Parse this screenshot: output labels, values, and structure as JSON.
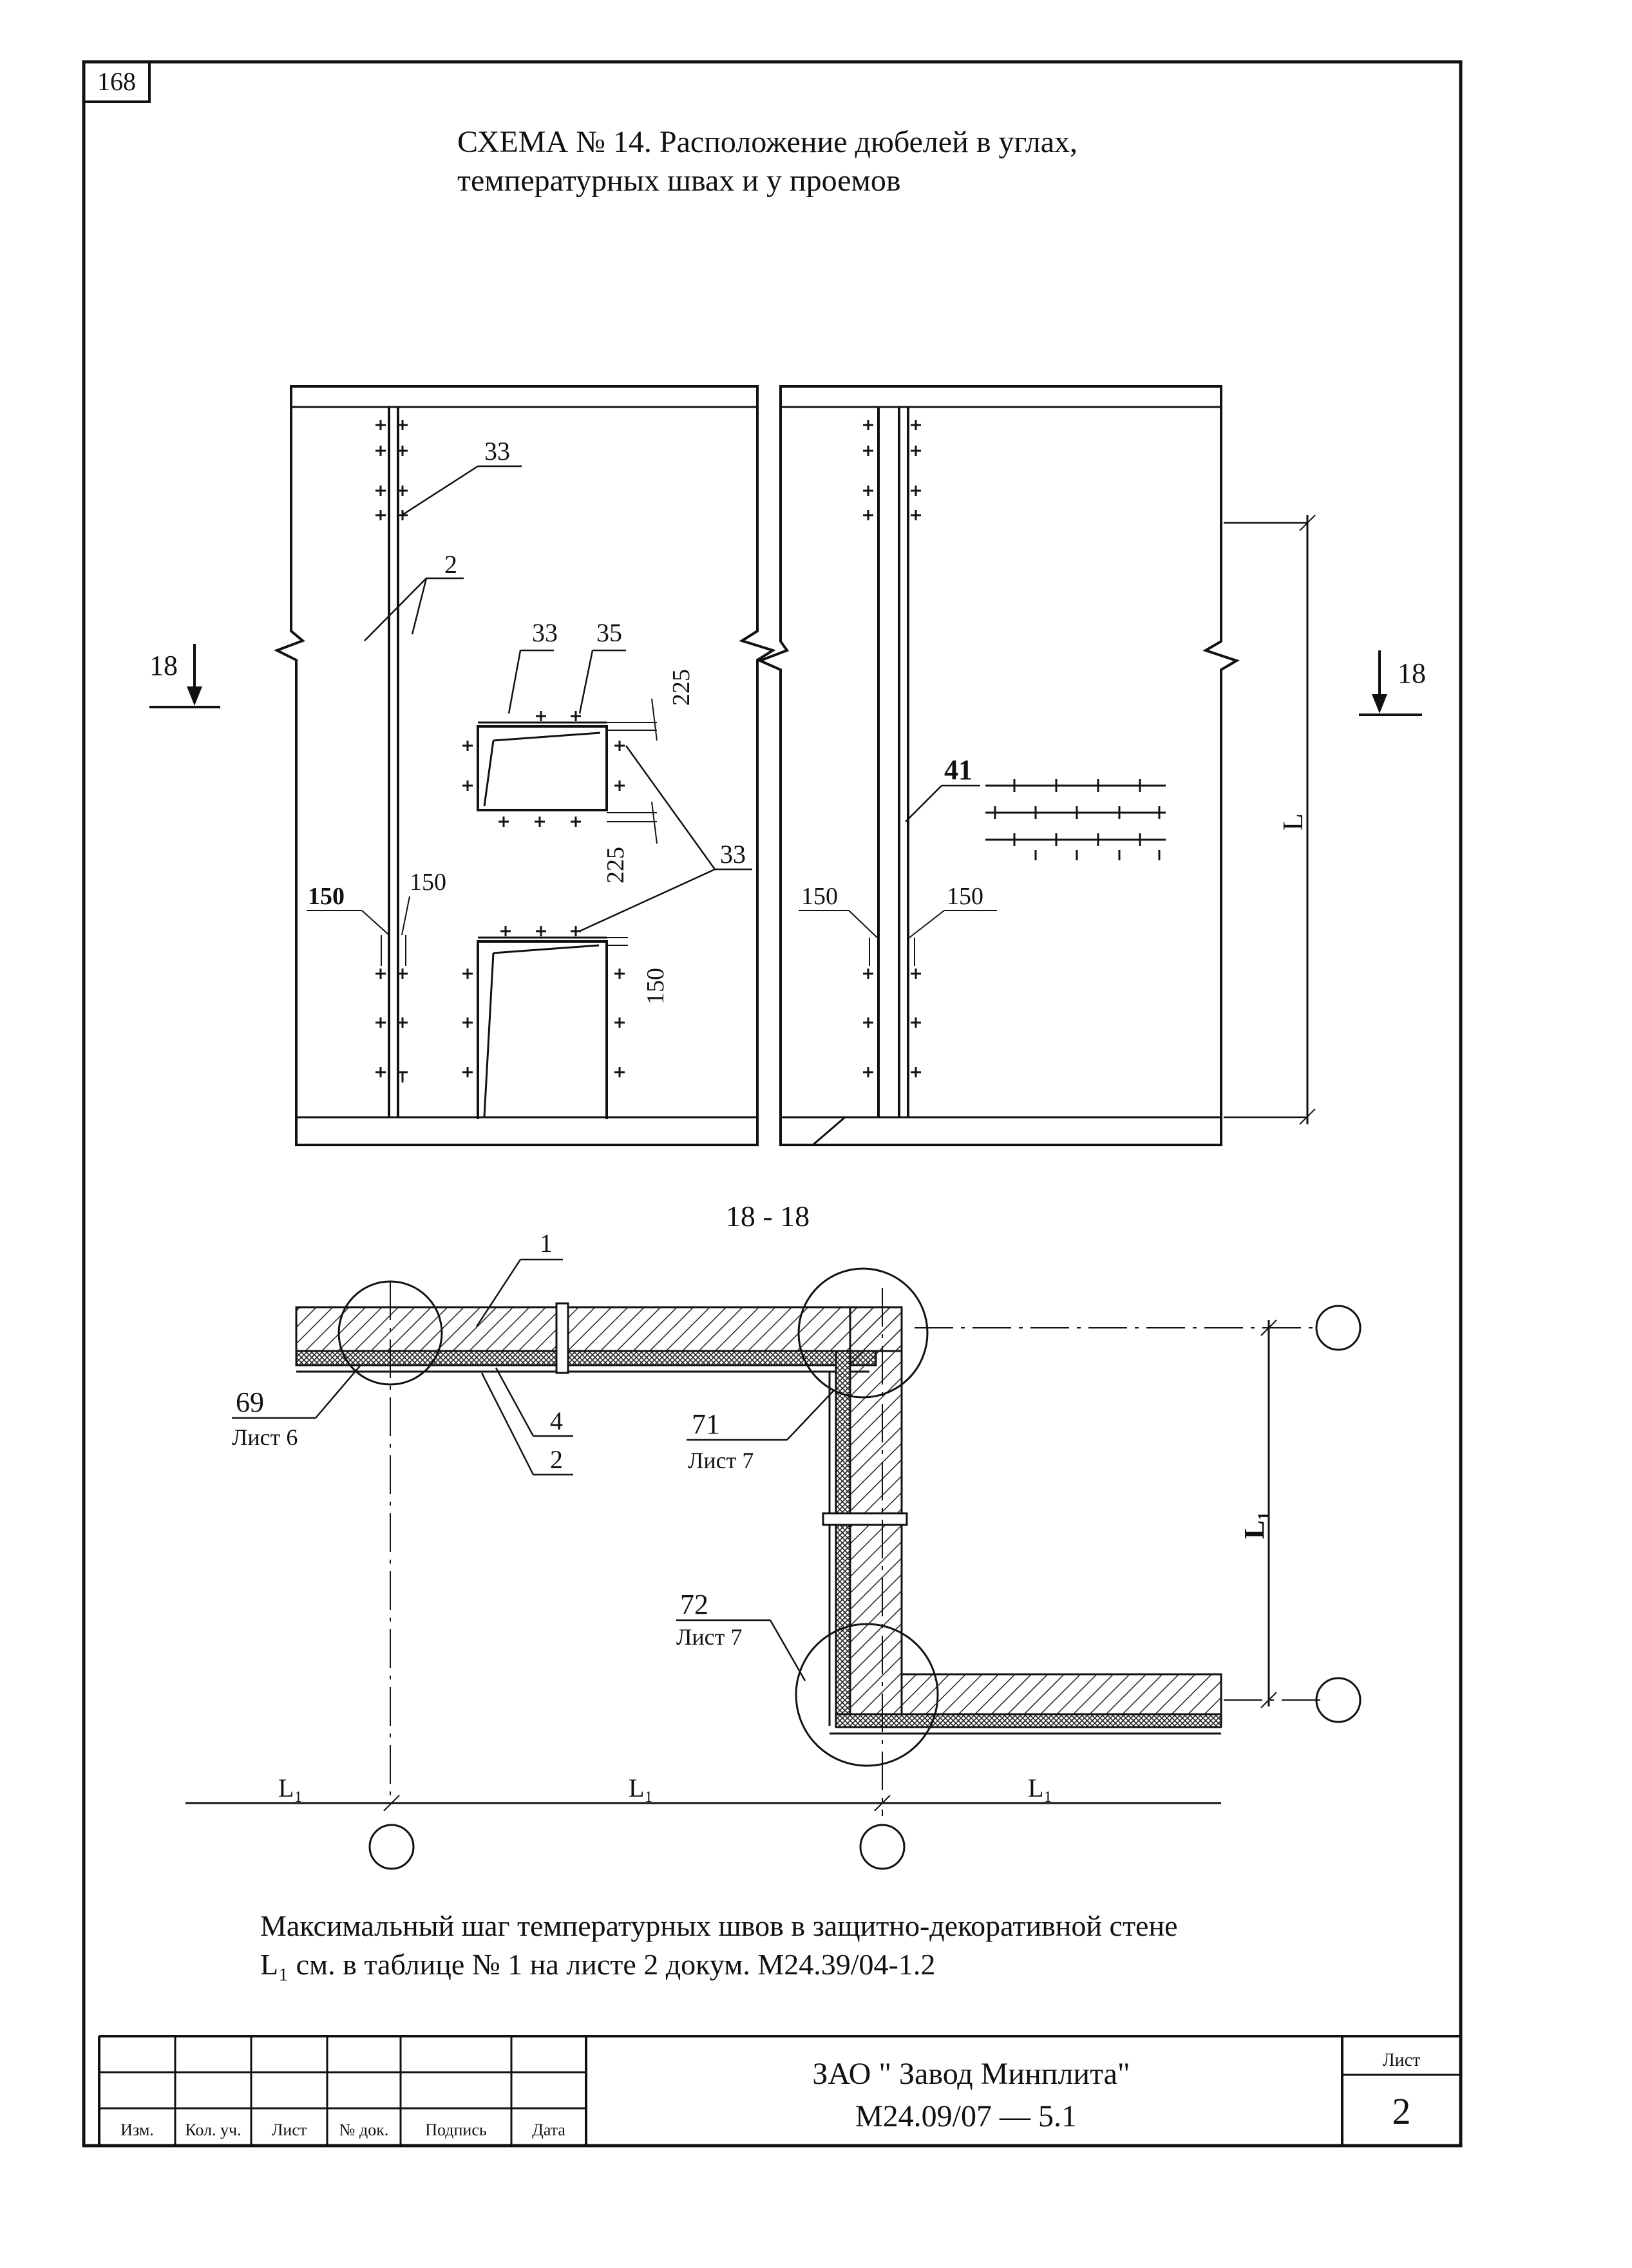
{
  "page_number": "168",
  "title": {
    "line1": "СХЕМА № 14. Расположение дюбелей в углах,",
    "line2": "температурных швах и у проемов"
  },
  "section_marks": {
    "left": "18",
    "right": "18"
  },
  "elevation_labels": {
    "top_33": "33",
    "seam_2": "2",
    "label_33": "33",
    "label_35": "35",
    "dim_225_top": "225",
    "dim_225_bottom": "225",
    "label_33_right": "33",
    "dim_150_left_a": "150",
    "dim_150_left_b": "150",
    "dim_150_side": "150",
    "label_41": "41",
    "dim_150_right_a": "150",
    "dim_150_right_b": "150",
    "dim_L": "L"
  },
  "section": {
    "title": "18 - 18",
    "label_1": "1",
    "label_69": "69",
    "sheet_69": "Лист 6",
    "label_4": "4",
    "label_2": "2",
    "label_71": "71",
    "sheet_71": "Лист 7",
    "label_72": "72",
    "sheet_72": "Лист 7",
    "dim_L1_vertical": "L₁",
    "dim_L1_a": "L₁",
    "dim_L1_b": "L₁",
    "dim_L1_c": "L₁"
  },
  "note": {
    "line1": "Максимальный шаг температурных швов в защитно-декоративной стене",
    "line2": "L₁ см. в таблице № 1 на листе 2 докум. М24.39/04-1.2"
  },
  "title_block": {
    "col_izm": "Изм.",
    "col_kol": "Кол. уч.",
    "col_list": "Лист",
    "col_doc": "№ док.",
    "col_sign": "Подпись",
    "col_date": "Дата",
    "company": "ЗАО \" Завод Минплита\"",
    "doc_code": "М24.09/07 — 5.1",
    "sheet_label": "Лист",
    "sheet_number": "2"
  }
}
